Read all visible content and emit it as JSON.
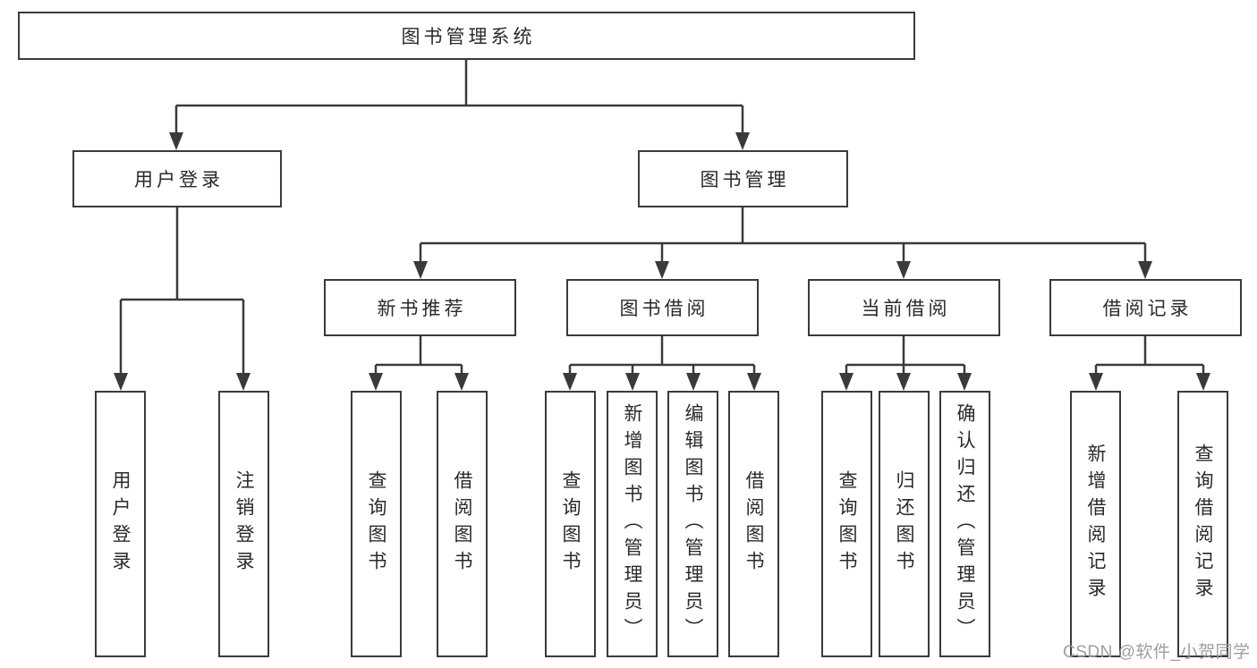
{
  "diagram": {
    "type": "hierarchy-tree",
    "hierarchy": {
      "label": "图书管理系统",
      "children": [
        {
          "label": "用户登录",
          "children": [
            {
              "label": "用户登录"
            },
            {
              "label": "注销登录"
            }
          ]
        },
        {
          "label": "图书管理",
          "children": [
            {
              "label": "新书推荐",
              "children": [
                {
                  "label": "查询图书"
                },
                {
                  "label": "借阅图书"
                }
              ]
            },
            {
              "label": "图书借阅",
              "children": [
                {
                  "label": "查询图书"
                },
                {
                  "label": "新增图书（管理员）"
                },
                {
                  "label": "编辑图书（管理员）"
                },
                {
                  "label": "借阅图书"
                }
              ]
            },
            {
              "label": "当前借阅",
              "children": [
                {
                  "label": "查询图书"
                },
                {
                  "label": "归还图书"
                },
                {
                  "label": "确认归还（管理员）"
                }
              ]
            },
            {
              "label": "借阅记录",
              "children": [
                {
                  "label": "新增借阅记录"
                },
                {
                  "label": "查询借阅记录"
                }
              ]
            }
          ]
        }
      ]
    },
    "colors": {
      "line": "#3a3a3a",
      "text": "#2a2a2a",
      "background": "#ffffff",
      "watermark_gray": "#9e9e9e"
    }
  },
  "watermark": {
    "text": "CSDN @软件_小贺同学"
  }
}
